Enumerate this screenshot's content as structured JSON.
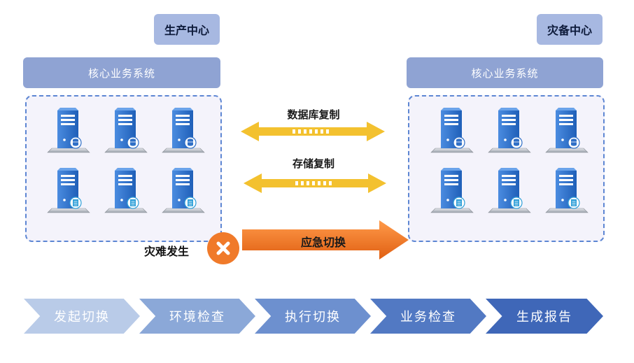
{
  "production": {
    "title": "生产中心",
    "system": "核心业务系统"
  },
  "backup": {
    "title": "灾备中心",
    "system": "核心业务系统"
  },
  "replication": {
    "database": "数据库复制",
    "storage": "存储复制"
  },
  "disaster": {
    "label": "灾难发生",
    "icon": "close-x-icon"
  },
  "emergency": {
    "label": "应急切换"
  },
  "steps": [
    "发起切换",
    "环境检查",
    "执行切换",
    "业务检查",
    "生成报告"
  ],
  "colors": {
    "center_label": "#a7b8e1",
    "system_bar": "#8fa3d3",
    "server_box_border": "#5d86d3",
    "server_blue": "#2f6fc6",
    "replication_arrow": "#f3c12f",
    "emergency_arrow": "#f07a2a",
    "steps": [
      "#b9cbe8",
      "#8ba8d8",
      "#6d90cf",
      "#5279c3",
      "#3f67b8"
    ]
  }
}
